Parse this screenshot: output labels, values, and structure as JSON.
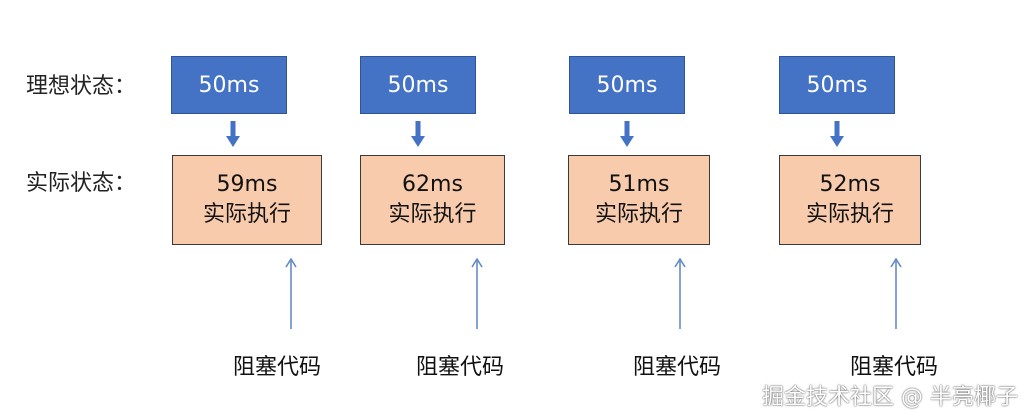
{
  "labels": {
    "ideal": "理想状态：",
    "actual": "实际状态："
  },
  "ideal_blocks": [
    "50ms",
    "50ms",
    "50ms",
    "50ms"
  ],
  "actual_blocks": [
    {
      "time": "59ms",
      "text": "实际执行"
    },
    {
      "time": "62ms",
      "text": "实际执行"
    },
    {
      "time": "51ms",
      "text": "实际执行"
    },
    {
      "time": "52ms",
      "text": "实际执行"
    }
  ],
  "blocking_labels": [
    "阻塞代码",
    "阻塞代码",
    "阻塞代码",
    "阻塞代码"
  ],
  "watermark": "掘金技术社区 @ 半亮椰子",
  "colors": {
    "ideal_fill": "#4472c4",
    "actual_fill": "#f8cbad",
    "arrow_dark": "#4472c4",
    "arrow_light": "#5b84c4"
  }
}
